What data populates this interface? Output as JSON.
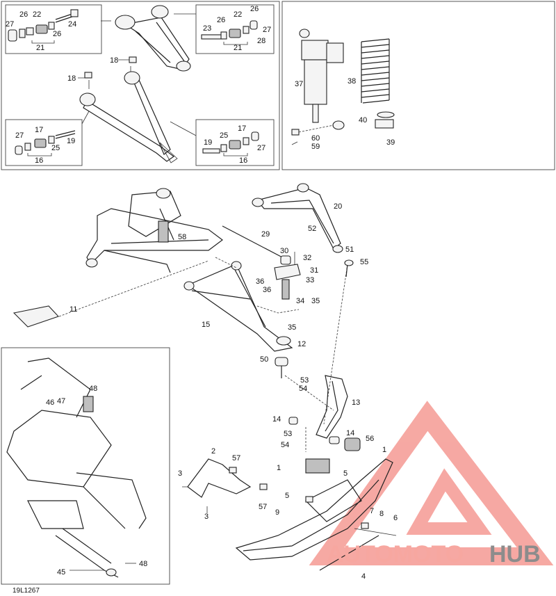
{
  "diagram": {
    "reference_code": "19L1267",
    "callouts": {
      "a1": "27",
      "a2": "26",
      "a3": "22",
      "a4": "26",
      "a5": "24",
      "a6": "21",
      "b1": "26",
      "b2": "22",
      "b3": "26",
      "b4": "23",
      "b5": "27",
      "b6": "21",
      "b7": "28",
      "c1": "18",
      "c2": "18",
      "d1": "27",
      "d2": "17",
      "d3": "19",
      "d4": "25",
      "d5": "16",
      "e1": "17",
      "e2": "19",
      "e3": "25",
      "e4": "27",
      "e5": "16",
      "f1": "37",
      "f2": "38",
      "f3": "40",
      "f4": "60",
      "f5": "59",
      "f6": "39",
      "g1": "20",
      "g2": "52",
      "g3": "51",
      "g4": "55",
      "g5": "29",
      "g6": "30",
      "g7": "32",
      "g8": "31",
      "g9": "58",
      "g10": "36",
      "g11": "33",
      "g12": "36",
      "g13": "34",
      "g14": "35",
      "g15": "11",
      "g16": "15",
      "g17": "35",
      "g18": "12",
      "g19": "50",
      "g20": "53",
      "g21": "54",
      "g22": "13",
      "g23": "14",
      "g24": "14",
      "g25": "53",
      "g26": "54",
      "g27": "56",
      "g28": "1",
      "h1": "48",
      "h2": "46",
      "h3": "47",
      "h4": "48",
      "h5": "45",
      "i1": "2",
      "i2": "57",
      "i3": "3",
      "i4": "57",
      "i5": "3",
      "j1": "1",
      "j2": "5",
      "j3": "5",
      "j4": "9",
      "j5": "7",
      "j6": "8",
      "j7": "6",
      "j8": "4"
    }
  },
  "watermark": {
    "text_part1": "AUTOMOTO",
    "text_part2": "HUB",
    "color_primary": "#f7a7a0",
    "color_secondary": "#8c8c8c",
    "logo_color": "#f59a93"
  }
}
